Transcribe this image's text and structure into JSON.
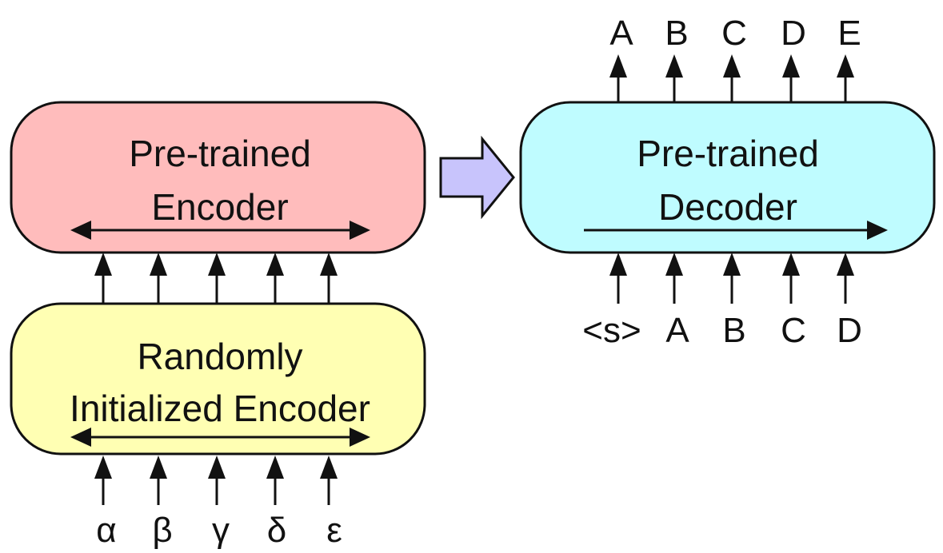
{
  "colors": {
    "random_encoder_fill": "#FFFFB3",
    "pretrained_encoder_fill": "#FFBCBC",
    "pretrained_decoder_fill": "#BFFCFF",
    "transfer_arrow_fill": "#C8C4FC",
    "stroke": "#111111"
  },
  "random_encoder": {
    "label_line1": "Randomly",
    "label_line2": "Initialized Encoder",
    "inputs": [
      "α",
      "β",
      "γ",
      "δ",
      "ε"
    ]
  },
  "pretrained_encoder": {
    "label_line1": "Pre-trained",
    "label_line2": "Encoder"
  },
  "pretrained_decoder": {
    "label_line1": "Pre-trained",
    "label_line2": "Decoder",
    "inputs": [
      "<s>",
      "A",
      "B",
      "C",
      "D"
    ],
    "outputs": [
      "A",
      "B",
      "C",
      "D",
      "E"
    ]
  }
}
